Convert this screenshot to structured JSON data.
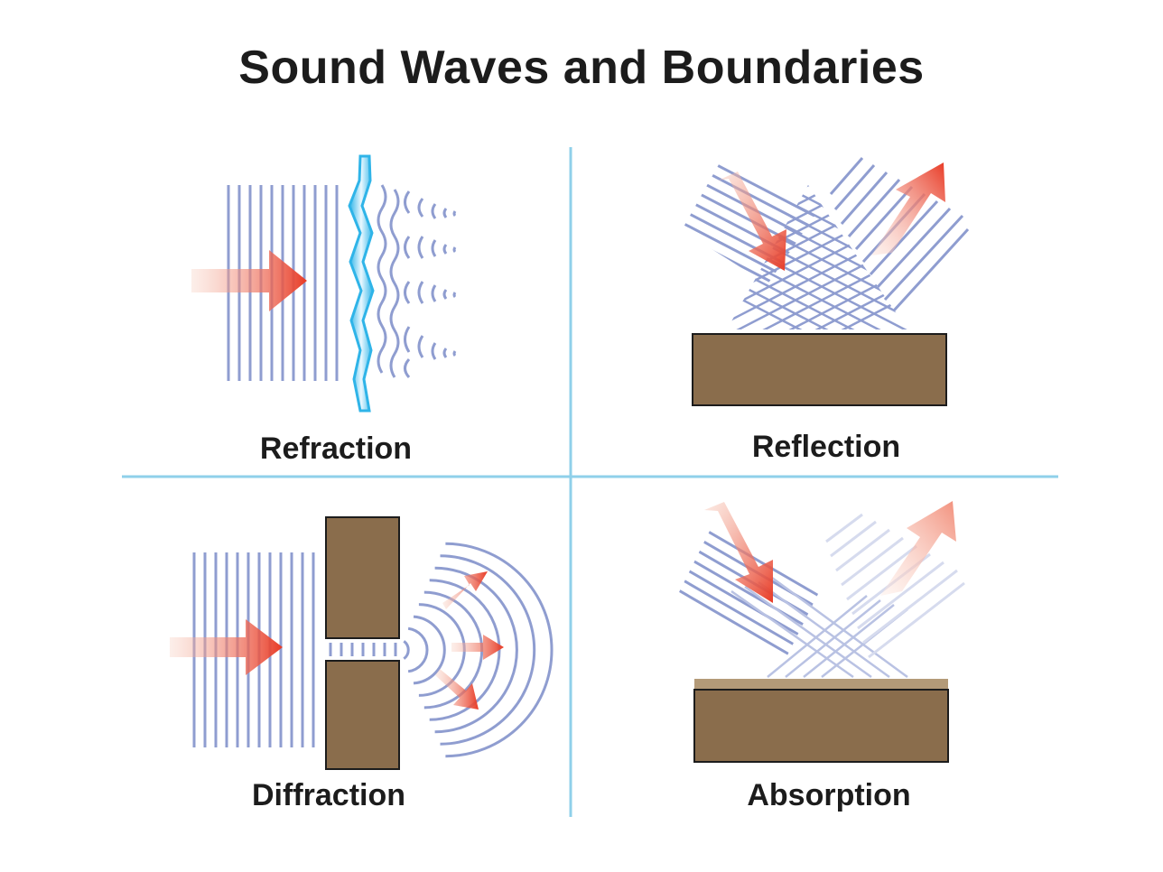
{
  "title": "Sound Waves and Boundaries",
  "panels": [
    {
      "label": "Refraction"
    },
    {
      "label": "Reflection"
    },
    {
      "label": "Diffraction"
    },
    {
      "label": "Absorption"
    }
  ],
  "colors": {
    "wave": "#8f9dd0",
    "divider": "#8fd0ea",
    "medium": "#2fb4e8",
    "block": "#8a6d4c",
    "arrow": "#e83a25",
    "text": "#1c1c1c"
  }
}
